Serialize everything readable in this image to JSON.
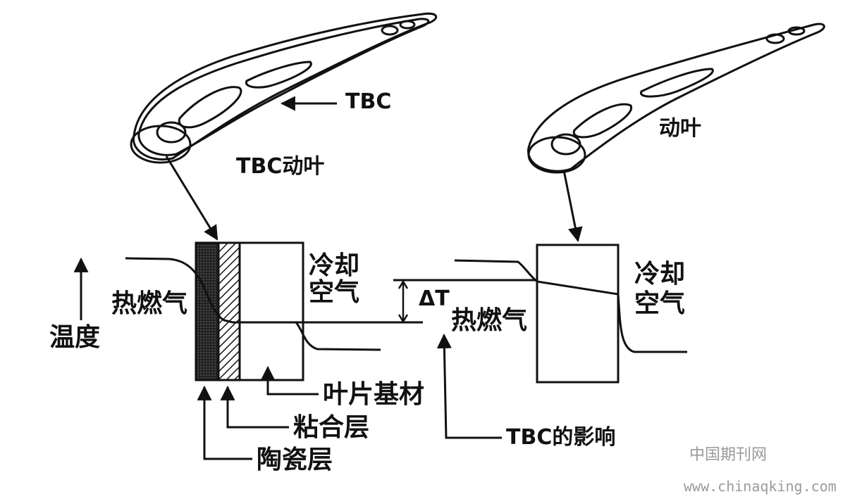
{
  "labels": {
    "tbc": "TBC",
    "tbc_blade": "TBC动叶",
    "blade": "动叶",
    "cooling_air_left_1": "冷却",
    "cooling_air_left_2": "空气",
    "cooling_air_right_1": "冷却",
    "cooling_air_right_2": "空气",
    "hot_gas_left": "热燃气",
    "hot_gas_right": "热燃气",
    "delta_t": "ΔT",
    "temperature": "温度",
    "blade_substrate": "叶片基材",
    "bond_coat": "粘合层",
    "ceramic_layer": "陶瓷层",
    "tbc_effect": "TBC的影响"
  },
  "watermark": {
    "line1": "中国期刊网",
    "line2": "www.chinaqking.com"
  },
  "colors": {
    "ink": "#111111",
    "ceramic_fill": "#333333",
    "watermark": "#9a9a9a",
    "background": "#ffffff"
  }
}
